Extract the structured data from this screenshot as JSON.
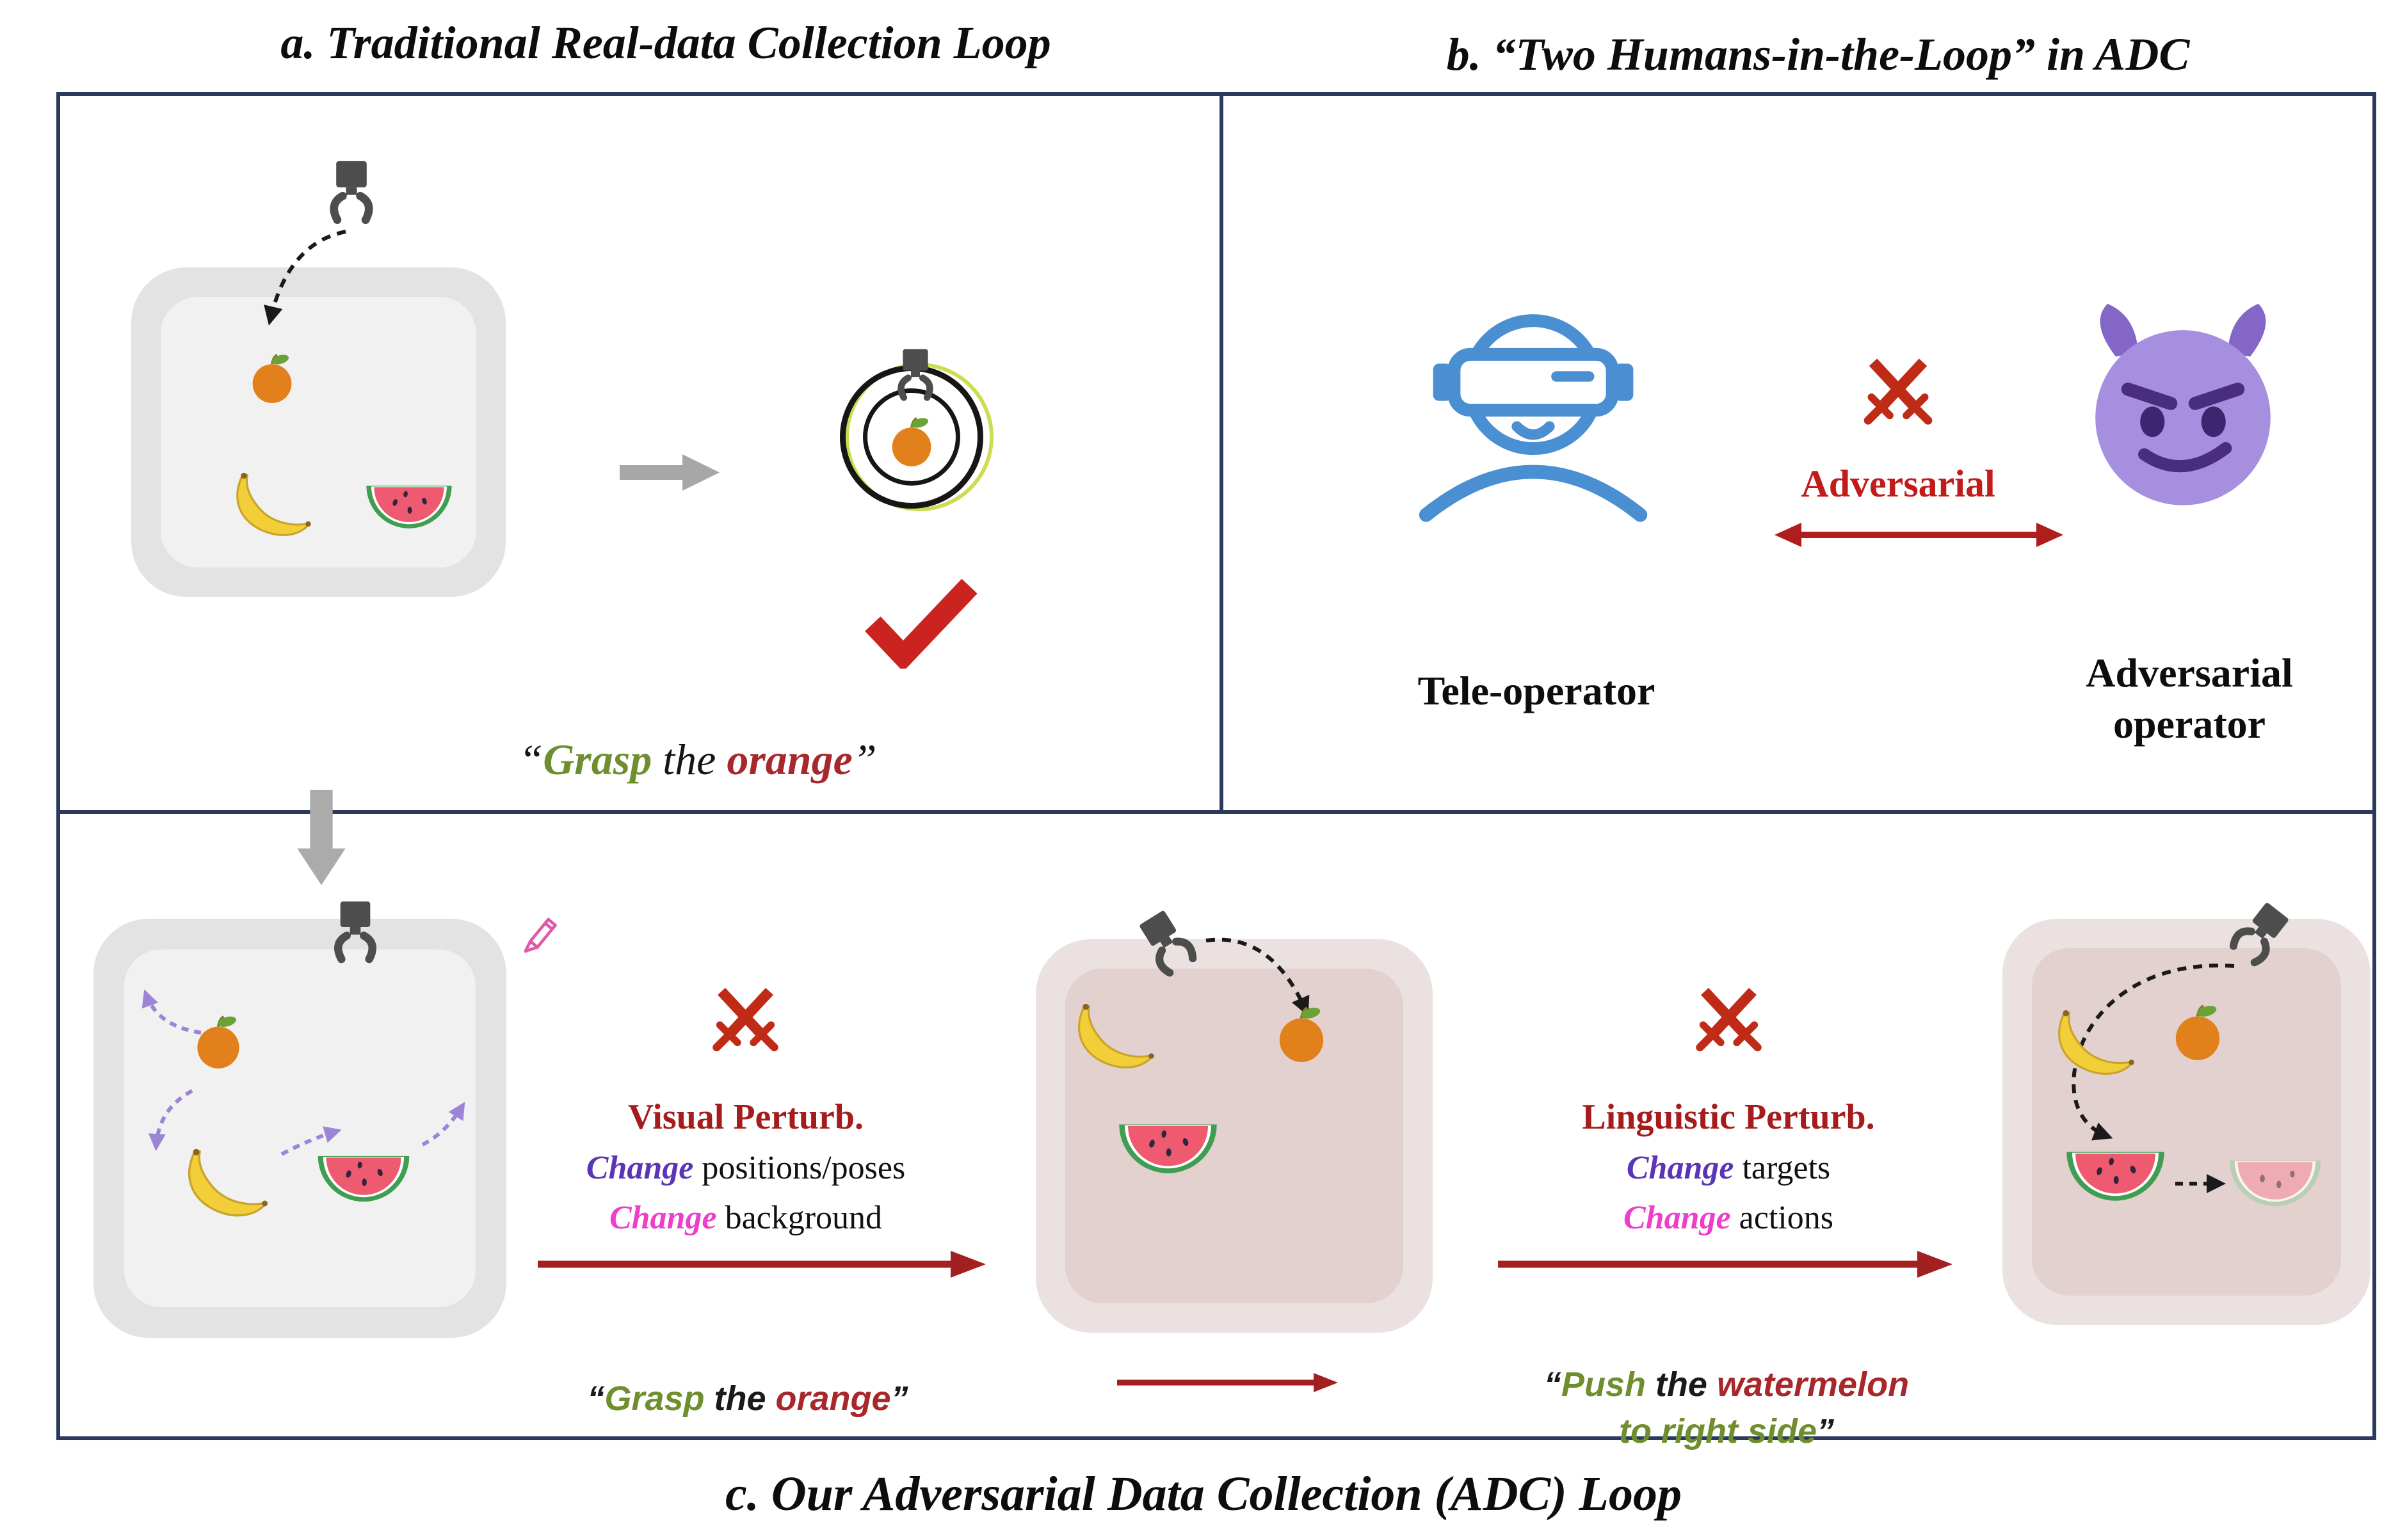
{
  "titles": {
    "a": "a. Traditional Real-data Collection Loop",
    "b": "b. “Two Humans-in-the-Loop” in ADC",
    "c": "c. Our Adversarial Data Collection (ADC) Loop"
  },
  "panel_a": {
    "caption": {
      "open": "“",
      "verb": "Grasp",
      "mid": " the ",
      "object": "orange",
      "close": "”"
    }
  },
  "panel_b": {
    "adversarial_label": "Adversarial",
    "tele_operator_label": "Tele-operator",
    "adversarial_operator_line1": "Adversarial",
    "adversarial_operator_line2": "operator"
  },
  "panel_c": {
    "visual": {
      "title": "Visual Perturb.",
      "line1_em": "Change",
      "line1_rest": " positions/poses",
      "line2_em": "Change",
      "line2_rest": " background"
    },
    "linguistic": {
      "title": "Linguistic Perturb.",
      "line1_em": "Change",
      "line1_rest": " targets",
      "line2_em": "Change",
      "line2_rest": " actions"
    },
    "caption_grasp": {
      "open": "“",
      "verb": "Grasp",
      "mid": " the ",
      "object": "orange",
      "close": "”"
    },
    "caption_push": {
      "open": "“",
      "verb": "Push",
      "mid": " the ",
      "object": "watermelon",
      "line2": "to right side",
      "close": "”"
    }
  },
  "colors": {
    "frame_border": "#2b3a5c",
    "dark_red_arrow": "#a32020",
    "adversarial_red": "#c11b1b",
    "swords_red": "#bf2b17",
    "check_red": "#cb2420",
    "verb_green": "#6f8f2f",
    "object_red": "#a8272b",
    "change_purple": "#5b35b5",
    "change_magenta": "#ed3fc9",
    "teleoperator_blue": "#4a8fd2",
    "devil_purple": "#a78fe0",
    "gripper_gray": "#4d4d4d",
    "tray_gray": "#e3e3e3",
    "tray_pink": "#ebe1e0"
  },
  "icons": [
    "robot-gripper-icon",
    "orange-icon",
    "banana-icon",
    "watermelon-icon",
    "watermelon-faded-icon",
    "target-scope-icon",
    "checkmark-icon",
    "vr-teleoperator-icon",
    "devil-icon",
    "crossed-swords-icon",
    "pencil-edit-icon",
    "gray-arrow-icon",
    "red-arrow-icon",
    "dashed-arrow-icon"
  ]
}
